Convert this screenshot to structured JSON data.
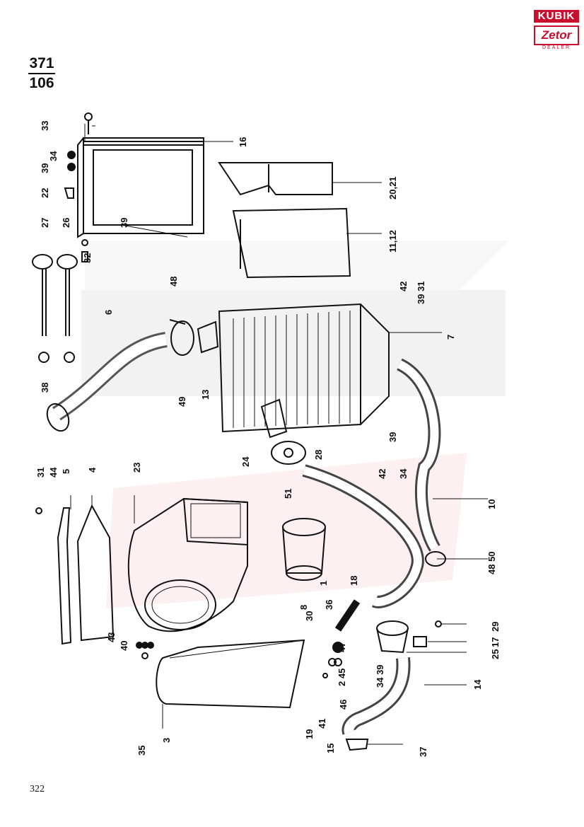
{
  "header": {
    "fraction_top": "371",
    "fraction_bottom": "106"
  },
  "logo": {
    "brand": "KUBIK",
    "brand2": "Zetor",
    "dealer": "DEALER"
  },
  "page_number": "322",
  "colors": {
    "ink": "#111111",
    "logo_red": "#c8102e",
    "watermark": "#e0e0e0"
  },
  "part_labels": {
    "p1": "1",
    "p2": "2",
    "p3": "3",
    "p4": "4",
    "p5": "5",
    "p6": "6",
    "p7": "7",
    "p8": "8",
    "p10": "10",
    "p13": "13",
    "p14": "14",
    "p15": "15",
    "p16": "16",
    "p17": "17",
    "p18": "18",
    "p19": "19",
    "p20_21": "20,21",
    "p22": "22",
    "p23": "23",
    "p24": "24",
    "p25": "25",
    "p26": "26",
    "p27": "27",
    "p28": "28",
    "p29": "29",
    "p30": "30",
    "p31a": "31",
    "p32": "32",
    "p33": "33",
    "p34a": "34",
    "p35": "35",
    "p36": "36",
    "p37": "37",
    "p38": "38",
    "p39a": "39",
    "p39b": "39",
    "p40": "40",
    "p41": "41",
    "p42a": "42",
    "p43": "43",
    "p44": "44",
    "p47": "47",
    "p48": "48",
    "p49": "49",
    "p51": "51",
    "p11_12": "11,12",
    "p42_b": "42",
    "p39_31": "39 31",
    "p39c": "39",
    "p42c": "42",
    "p34c": "34",
    "p48_50": "48 50",
    "p2_45": "2 45",
    "p34_39": "34 39",
    "p46": "46"
  }
}
